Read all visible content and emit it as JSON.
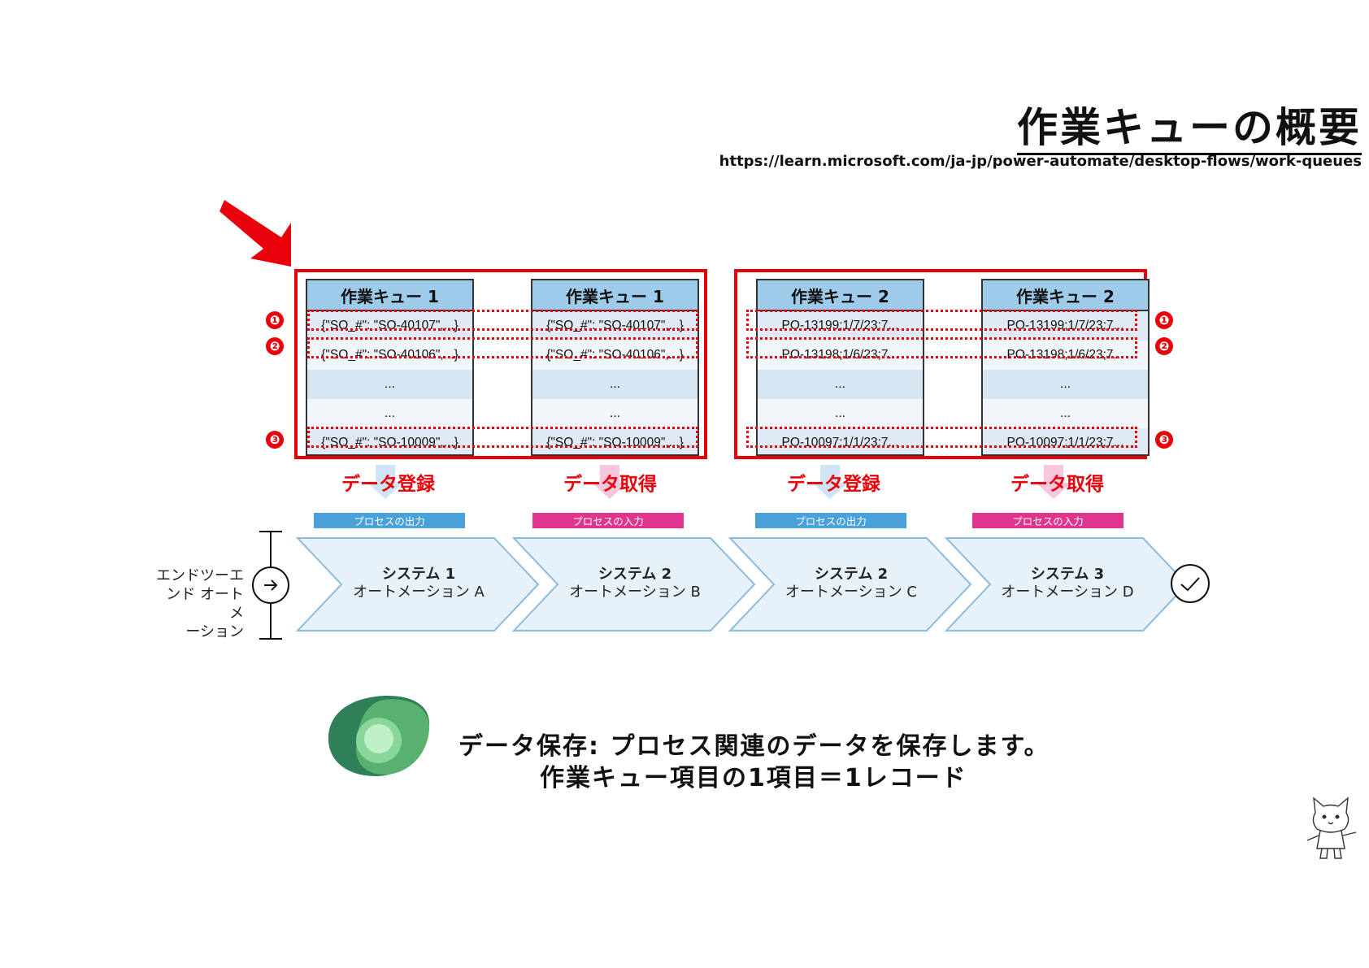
{
  "header": {
    "title": "作業キューの概要",
    "url": "https://learn.microsoft.com/ja-jp/power-automate/desktop-flows/work-queues"
  },
  "colors": {
    "accent_red": "#e8000b",
    "queue_header": "#9fcbea",
    "output_tag": "#4aa0d8",
    "input_tag": "#e0358f",
    "chevron_fill": "#e7f1f9"
  },
  "queues": [
    {
      "header": "作業キュー 1",
      "rows": [
        "{\"SO_#\": \"SO-40107\",...}",
        "{\"SO_#\": \"SO-40106\",...}",
        "...",
        "...",
        "{\"SO_#\": \"SO-10009\",...}"
      ]
    },
    {
      "header": "作業キュー 1",
      "rows": [
        "{\"SO_#\": \"SO-40107\",...}",
        "{\"SO_#\": \"SO-40106\",...}",
        "...",
        "...",
        "{\"SO_#\": \"SO-10009\",...}"
      ]
    },
    {
      "header": "作業キュー 2",
      "rows": [
        "PO-13199;1/7/23;7...",
        "PO-13198;1/6/23;7...",
        "...",
        "...",
        "PO-10097;1/1/23;7..."
      ]
    },
    {
      "header": "作業キュー 2",
      "rows": [
        "PO-13199;1/7/23;7...",
        "PO-13198;1/6/23;7...",
        "...",
        "...",
        "PO-10097;1/1/23;7..."
      ]
    }
  ],
  "badges": [
    "❶",
    "❷",
    "❸"
  ],
  "actions": [
    "データ登録",
    "データ取得",
    "データ登録",
    "データ取得"
  ],
  "tags": [
    "プロセスの出力",
    "プロセスの入力",
    "プロセスの出力",
    "プロセスの入力"
  ],
  "flow": {
    "label": "エンドツーエ ンド オートメ ーション",
    "label_lines": [
      "エンドツーエ",
      "ンド オートメ",
      "ーション"
    ],
    "steps": [
      {
        "system": "システム 1",
        "automation": "オートメーション A"
      },
      {
        "system": "システム 2",
        "automation": "オートメーション B"
      },
      {
        "system": "システム 2",
        "automation": "オートメーション C"
      },
      {
        "system": "システム 3",
        "automation": "オートメーション D"
      }
    ],
    "start_icon": "arrow-right-circle-icon",
    "end_icon": "checkmark-circle-icon"
  },
  "footer": {
    "line1": "データ保存: プロセス関連のデータを保存します。",
    "line2": "作業キュー項目の1項目＝1レコード",
    "logo": "dataverse-logo",
    "mascot": "cat-mascot-drawing"
  }
}
